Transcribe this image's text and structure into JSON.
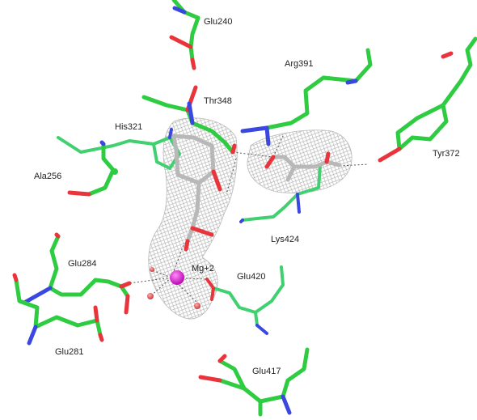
{
  "labels": {
    "glu240": "Glu240",
    "arg391": "Arg391",
    "thr348": "Thr348",
    "his321": "His321",
    "tyr372": "Tyr372",
    "ala256": "Ala256",
    "lys424": "Lys424",
    "glu284": "Glu284",
    "mg": "Mg+2",
    "glu420": "Glu420",
    "glu281": "Glu281",
    "glu417": "Glu417"
  },
  "colors": {
    "carbon_green": "#2ecc40",
    "ligand_grey": "#b8b8b8",
    "oxygen_red": "#e8343a",
    "nitrogen_blue": "#3a48e0",
    "magnesium": "#e01ad8",
    "mesh": "#9a9a9a"
  }
}
